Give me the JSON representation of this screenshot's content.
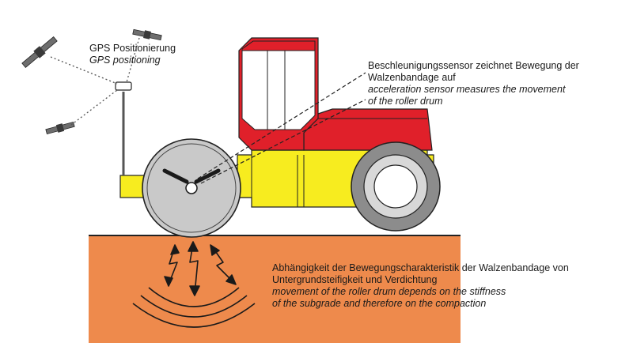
{
  "labels": {
    "gps": {
      "de": "GPS Positionierung",
      "en": "GPS positioning"
    },
    "sensor": {
      "de_line1": "Beschleunigungssensor zeichnet Bewegung der",
      "de_line2": "Walzenbandage auf",
      "en_line1": "acceleration sensor measures the movement",
      "en_line2": "of the roller drum"
    },
    "soil": {
      "de_line1": "Abhängigkeit der Bewegungscharakteristik der Walzenbandage von",
      "de_line2": "Untergrundsteifigkeit und Verdichtung",
      "en_line1": "movement of the roller drum depends on the stiffness",
      "en_line2": "of the subgrade and therefore on the compaction"
    }
  },
  "colors": {
    "soil": "#ee8a4c",
    "cab_red": "#e0202a",
    "body_yellow": "#f7ec1f",
    "drum_grey": "#c9c9c9",
    "tire_grey": "#8c8c8c",
    "line_dark": "#333333"
  },
  "icons": [
    "satellite-icon",
    "gps-antenna-icon",
    "acceleration-sensor-icon",
    "vibration-arrow-icon"
  ]
}
